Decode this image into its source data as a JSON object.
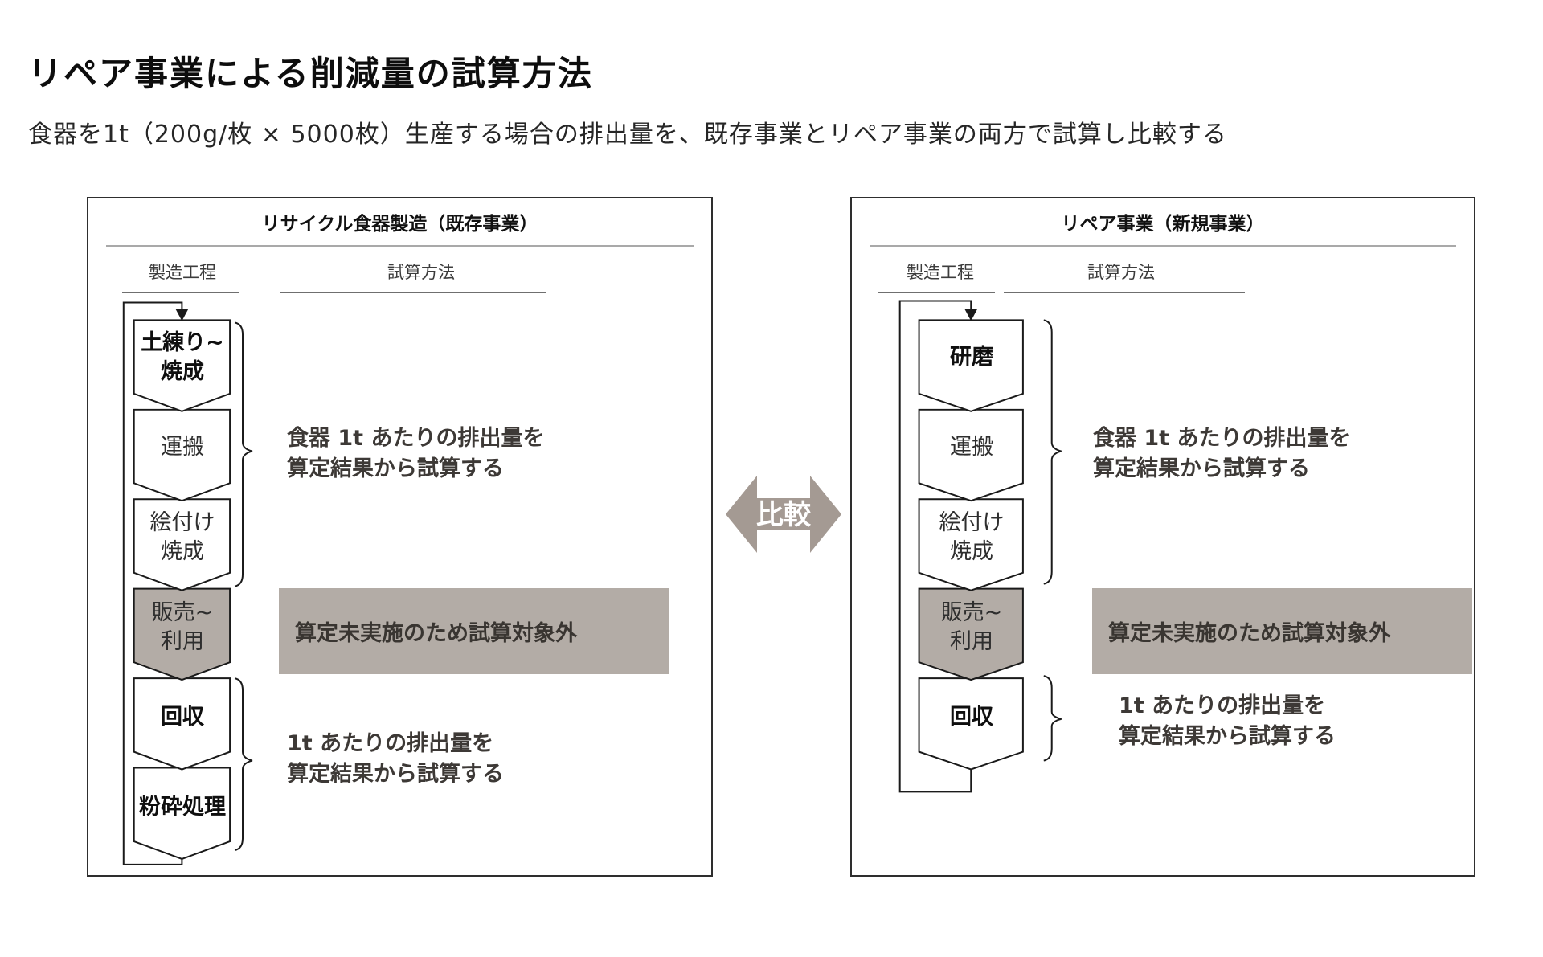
{
  "page": {
    "title": "リペア事業による削減量の試算方法",
    "subtitle": "食器を1t（200g/枚 × 5000枚）生産する場合の排出量を、既存事業とリペア事業の両方で試算し比較する"
  },
  "compare": {
    "label": "比較"
  },
  "colors": {
    "gray_fill": "#b3aca6",
    "arrow_gray": "#a49a93",
    "line_black": "#1a1a1a",
    "text_dark": "#3d3936"
  },
  "panels": [
    {
      "title": "リサイクル食器製造（既存事業）",
      "columns": {
        "process": "製造工程",
        "method": "試算方法"
      },
      "steps": [
        "土練り~\n焼成",
        "運搬",
        "絵付け\n焼成",
        "販売~\n利用",
        "回収",
        "粉砕処理"
      ],
      "methods": {
        "per_ton": "食器 1t あたりの排出量を\n算定結果から試算する",
        "excluded": "算定未実施のため試算対象外",
        "collection": "1t あたりの排出量を\n算定結果から試算する"
      }
    },
    {
      "title": "リペア事業（新規事業）",
      "columns": {
        "process": "製造工程",
        "method": "試算方法"
      },
      "steps": [
        "研磨",
        "運搬",
        "絵付け\n焼成",
        "販売~\n利用",
        "回収"
      ],
      "methods": {
        "per_ton": "食器 1t あたりの排出量を\n算定結果から試算する",
        "excluded": "算定未実施のため試算対象外",
        "collection": "1t あたりの排出量を\n算定結果から試算する"
      }
    }
  ]
}
